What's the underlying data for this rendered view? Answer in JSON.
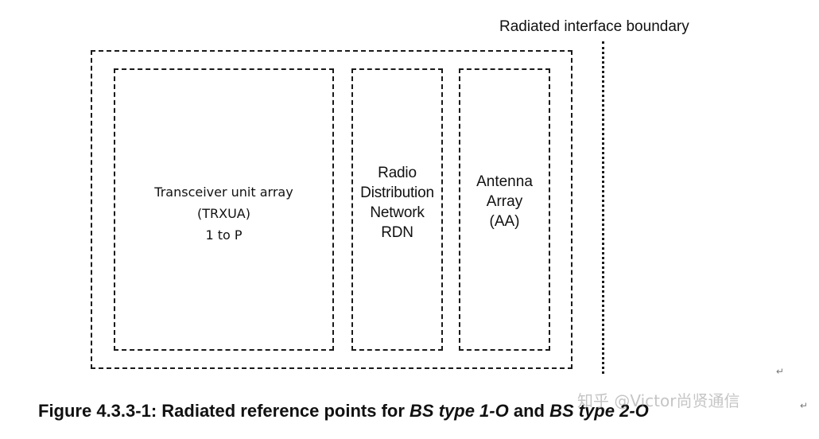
{
  "diagram": {
    "boundary_label": "Radiated interface boundary",
    "trxua": {
      "lines": [
        "Transceiver unit array",
        "(TRXUA)",
        "1 to P"
      ]
    },
    "rdn": {
      "lines": [
        "Radio",
        "Distribution",
        "Network",
        "RDN"
      ]
    },
    "aa": {
      "lines": [
        "Antenna",
        "Array",
        "(AA)"
      ]
    }
  },
  "caption": {
    "prefix": "Figure 4.3.3-1: Radiated reference points for ",
    "term1": "BS type 1-O",
    "joiner": " and ",
    "term2": "BS type 2-O"
  },
  "watermark": "知乎 @Victor尚贤通信",
  "paragraph_mark": "↵"
}
